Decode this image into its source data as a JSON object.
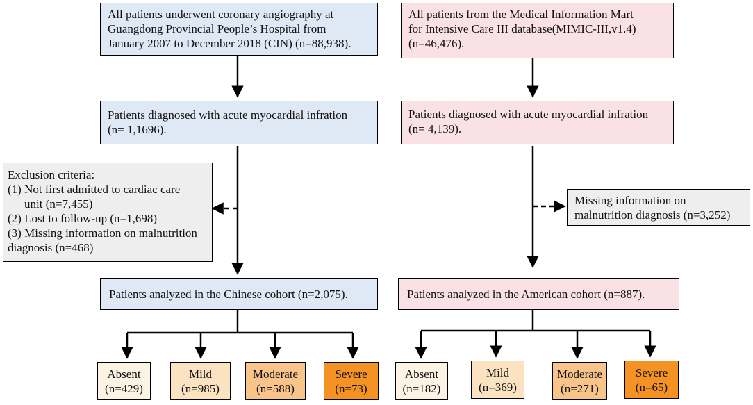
{
  "left": {
    "source_lines": [
      "All patients underwent coronary angiography at",
      "Guangdong Provincial People’s Hospital from",
      "January 2007 to December 2018 (CIN) (n=88,938)."
    ],
    "ami_lines": [
      "Patients diagnosed with acute myocardial infration",
      "(n= 1,1696)."
    ],
    "exclusion": {
      "title": "Exclusion criteria:",
      "items": [
        [
          "(1)  Not first admitted to cardiac care"
        ],
        [
          "unit (n=7,455)"
        ],
        [
          "(2)  Lost to follow-up (n=1,698)"
        ],
        [
          "(3) Missing information on malnutrition"
        ],
        [
          "diagnosis (n=468)"
        ]
      ]
    },
    "cohort": "Patients  analyzed in the Chinese cohort (n=2,075).",
    "categories": [
      {
        "label": "Absent",
        "n": "(n=429)",
        "color": "#fdf3e4"
      },
      {
        "label": "Mild",
        "n": "(n=985)",
        "color": "#fbe3c1"
      },
      {
        "label": "Moderate",
        "n": "(n=588)",
        "color": "#f8c48a"
      },
      {
        "label": "Severe",
        "n": "(n=73)",
        "color": "#f59224"
      }
    ]
  },
  "right": {
    "source_lines": [
      "All patients from the Medical Information Mart",
      "for Intensive Care III database(MIMIC-III,v1.4)",
      "(n=46,476)."
    ],
    "ami_lines": [
      "Patients diagnosed with acute myocardial infration",
      "(n= 4,139)."
    ],
    "exclusion_lines": [
      "Missing information on",
      "malnutrition diagnosis (n=3,252)"
    ],
    "cohort": "Patients  analyzed in the American cohort (n=887).",
    "categories": [
      {
        "label": "Absent",
        "n": "(n=182)",
        "color": "#fdf3e4"
      },
      {
        "label": "Mild",
        "n": "(n=369)",
        "color": "#fbe3c1"
      },
      {
        "label": "Moderate",
        "n": "(n=271)",
        "color": "#f8c48a"
      },
      {
        "label": "Severe",
        "n": "(n=65)",
        "color": "#f59224"
      }
    ]
  }
}
